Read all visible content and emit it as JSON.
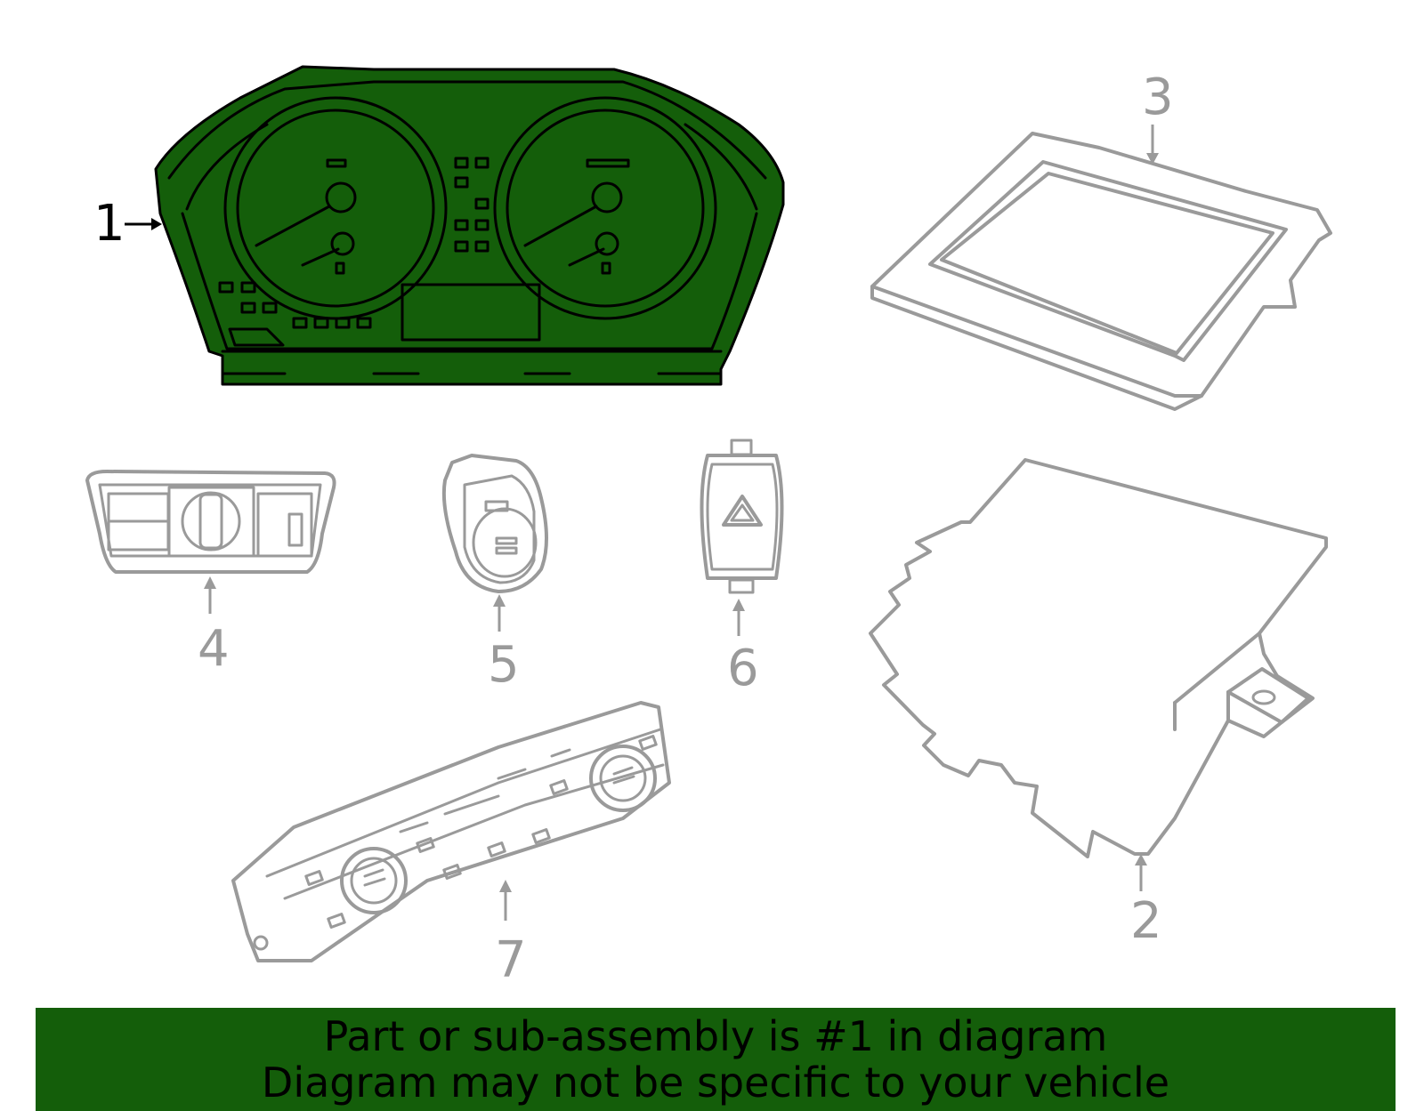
{
  "colors": {
    "highlight": "#145e0a",
    "part_outline": "#9a9a9a",
    "callout_gray": "#9a9a9a",
    "callout_highlight": "#000000"
  },
  "callouts": {
    "c1": "1",
    "c2": "2",
    "c3": "3",
    "c4": "4",
    "c5": "5",
    "c6": "6",
    "c7": "7"
  },
  "banner": {
    "line1": "Part or sub-assembly is #1 in diagram",
    "line2": "Diagram may not be specific to your vehicle"
  },
  "parts": [
    {
      "id": "1",
      "name": "instrument-cluster",
      "highlighted": true
    },
    {
      "id": "2",
      "name": "control-module-bracket",
      "highlighted": false
    },
    {
      "id": "3",
      "name": "display-screen",
      "highlighted": false
    },
    {
      "id": "4",
      "name": "headlamp-switch",
      "highlighted": false
    },
    {
      "id": "5",
      "name": "start-stop-switch",
      "highlighted": false
    },
    {
      "id": "6",
      "name": "hazard-switch",
      "highlighted": false
    },
    {
      "id": "7",
      "name": "climate-control-panel",
      "highlighted": false
    }
  ]
}
